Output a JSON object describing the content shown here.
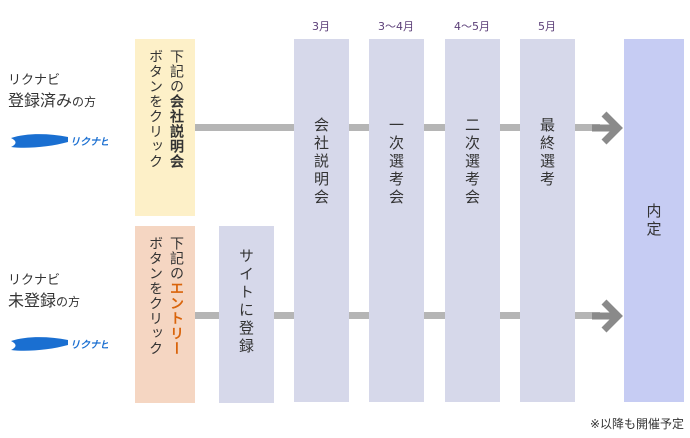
{
  "row_top": {
    "label_line1": "リクナビ",
    "label_main": "登録済み",
    "label_suffix": "の方",
    "instruction_before": "下記の",
    "instruction_highlight": "会社説明会",
    "instruction_after": "ボタンをクリック",
    "highlight_color": "#333333"
  },
  "row_bottom": {
    "label_line1": "リクナビ",
    "label_main": "未登録",
    "label_suffix": "の方",
    "instruction_before": "下記の",
    "instruction_highlight": "エントリー",
    "instruction_after": "ボタンをクリック",
    "highlight_color": "#d9640b",
    "site_step": "サイトに登録"
  },
  "logo_text": "リクナビ",
  "months": [
    "3月",
    "3〜4月",
    "4〜5月",
    "5月"
  ],
  "steps": [
    "会社説明会",
    "一次選考会",
    "二次選考会",
    "最終選考"
  ],
  "final_step": "内定",
  "note": "※以降も開催予定",
  "colors": {
    "instruction_top_bg": "#fdf0c8",
    "instruction_bottom_bg": "#f5d6c2",
    "step_bg": "#d6d8ea",
    "final_bg": "#c6ccf3",
    "connector": "#b5b5b5",
    "arrow": "#8a8a8a",
    "logo_blue": "#1a6fd1"
  }
}
